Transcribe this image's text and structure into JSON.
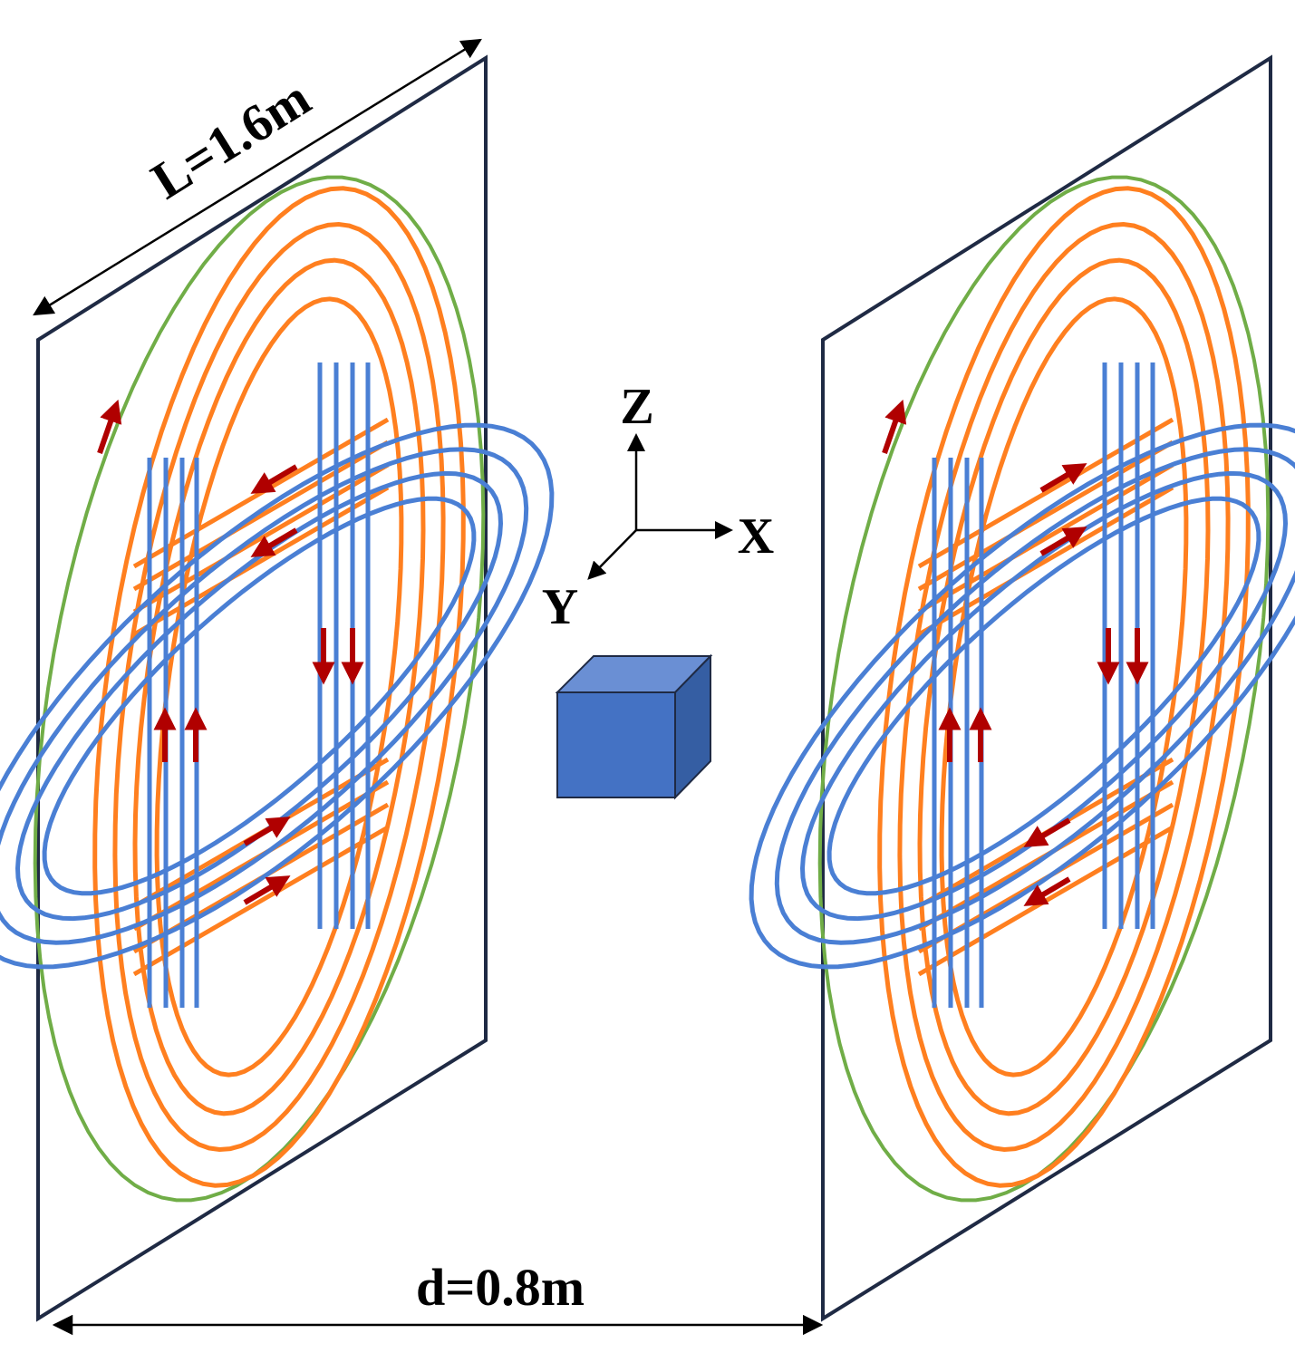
{
  "labels": {
    "length": "L=1.6m",
    "distance": "d=0.8m",
    "axis_z": "Z",
    "axis_x": "X",
    "axis_y": "Y"
  },
  "colors": {
    "plate_border": "#1f2a44",
    "green_coil": "#70ad47",
    "orange_coil": "#ff7f1f",
    "blue_coil": "#4a7fd4",
    "current_arrow": "#b00000",
    "cube_front": "#4472c4",
    "cube_top": "#6a8fd4",
    "cube_side": "#355ea3",
    "cube_edge": "#1f2a44"
  },
  "coil_sets": [
    {
      "name": "left-coil-set",
      "horizontal_current": "toward-minus-x-top"
    },
    {
      "name": "right-coil-set",
      "horizontal_current": "toward-plus-x-top"
    }
  ]
}
